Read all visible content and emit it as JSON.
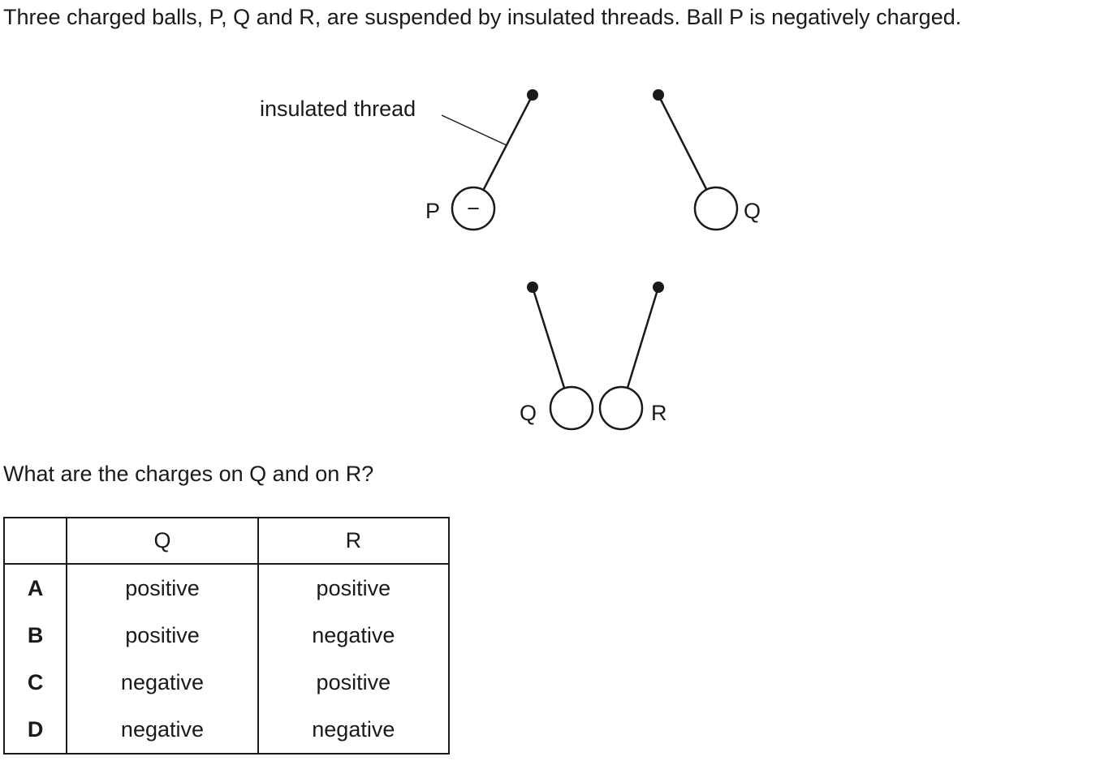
{
  "intro_text": "Three charged balls, P, Q and R, are suspended by insulated threads. Ball P is negatively charged.",
  "diagram": {
    "thread_label": "insulated thread",
    "ball_p_label": "P",
    "ball_p_sign": "−",
    "ball_q_top_label": "Q",
    "ball_q_bottom_label": "Q",
    "ball_r_label": "R"
  },
  "question_text": "What are the charges on Q and on R?",
  "table": {
    "headers": [
      "",
      "Q",
      "R"
    ],
    "rows": [
      {
        "key": "A",
        "q": "positive",
        "r": "positive"
      },
      {
        "key": "B",
        "q": "positive",
        "r": "negative"
      },
      {
        "key": "C",
        "q": "negative",
        "r": "positive"
      },
      {
        "key": "D",
        "q": "negative",
        "r": "negative"
      }
    ]
  }
}
